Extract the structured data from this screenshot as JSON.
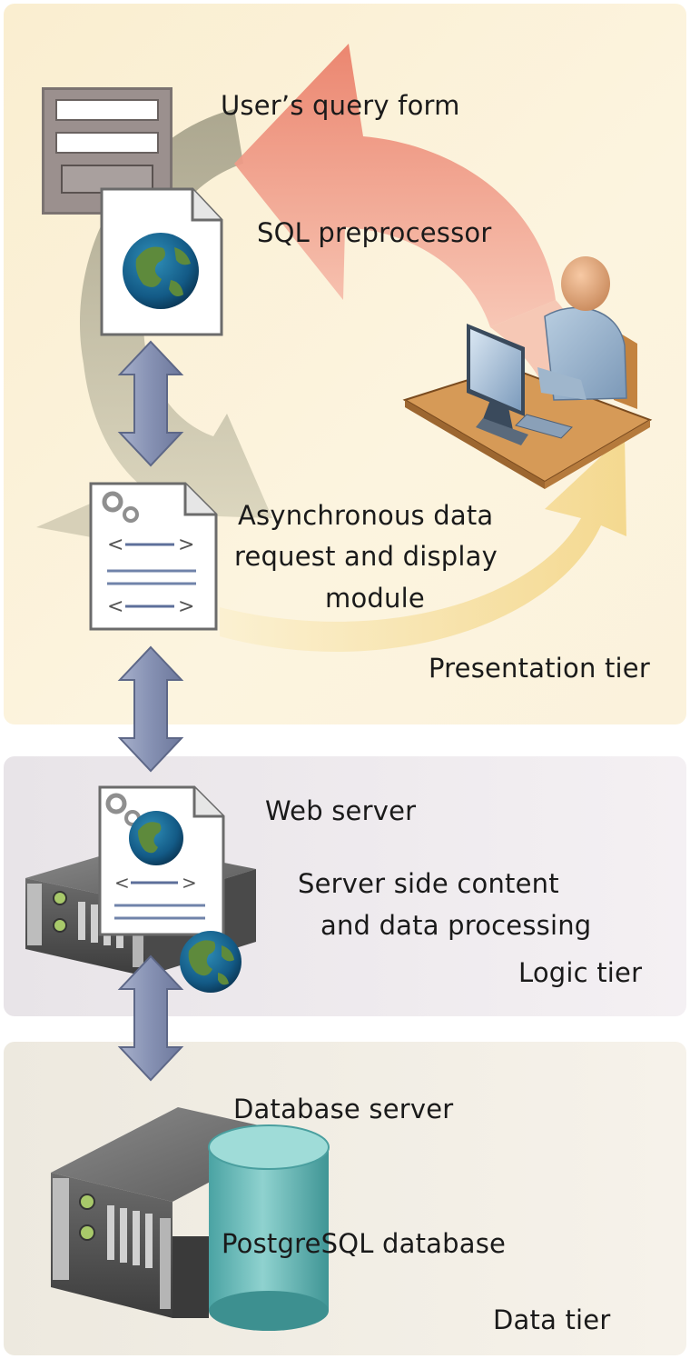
{
  "tiers": {
    "presentation": {
      "label": "Presentation tier",
      "items": {
        "query_form": "User’s query form",
        "sql_preprocessor": "SQL preprocessor",
        "async_module_line1": "Asynchronous data",
        "async_module_line2": "request and display",
        "async_module_line3": "module"
      }
    },
    "logic": {
      "label": "Logic tier",
      "items": {
        "web_server": "Web server",
        "server_processing_line1": "Server side content",
        "server_processing_line2": "and data processing"
      }
    },
    "data": {
      "label": "Data tier",
      "items": {
        "database_server": "Database server",
        "postgresql": "PostgreSQL database"
      }
    }
  },
  "colors": {
    "presentation_bg": "#fbf1d6",
    "logic_bg": "#eeeaee",
    "data_bg": "#f1eee6",
    "cycle_red": "#ef8f7a",
    "cycle_gray": "#b3ad93",
    "cycle_yellow": "#f5d98b",
    "arrow_blue": "#8793b4",
    "database_teal": "#5fb1b0"
  },
  "icons": [
    "form-icon",
    "web-page-globe-icon",
    "user-at-computer-icon",
    "script-page-icon",
    "web-server-icon",
    "globe-icon",
    "database-server-icon",
    "database-cylinder-icon",
    "bidirectional-arrow-icon"
  ]
}
